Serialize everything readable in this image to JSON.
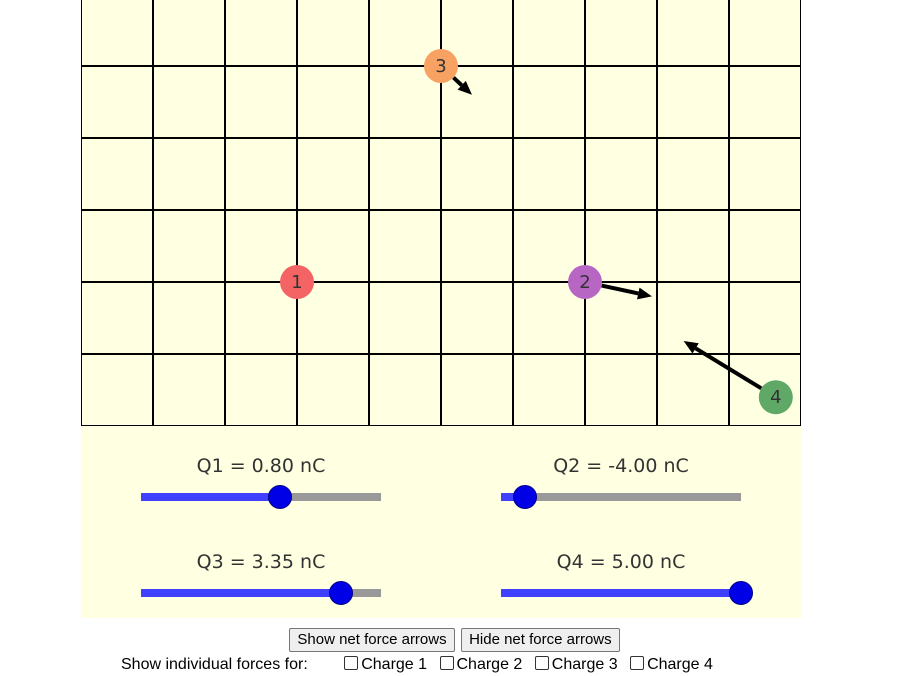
{
  "charges": [
    {
      "label": "1",
      "color": "#f46464",
      "gx": 3,
      "gy": 4,
      "force": null
    },
    {
      "label": "2",
      "color": "#b766c3",
      "gx": 7,
      "gy": 4,
      "force": {
        "dx": 0.93,
        "dy": 0.2
      }
    },
    {
      "label": "3",
      "color": "#f7a263",
      "gx": 5,
      "gy": 1,
      "force": {
        "dx": 0.43,
        "dy": 0.4
      }
    },
    {
      "label": "4",
      "color": "#5fa866",
      "gx": 9.65,
      "gy": 5.6,
      "force": {
        "dx": -1.28,
        "dy": -0.78
      }
    }
  ],
  "sliders": [
    {
      "label": "Q1 = 0.80 nC",
      "fraction": 0.58
    },
    {
      "label": "Q2 = -4.00 nC",
      "fraction": 0.1
    },
    {
      "label": "Q3 = 3.35 nC",
      "fraction": 0.835
    },
    {
      "label": "Q4 = 5.00 nC",
      "fraction": 1.0
    }
  ],
  "buttons": {
    "show_net": "Show net force arrows",
    "hide_net": "Hide net force arrows"
  },
  "individual": {
    "prompt": "Show individual forces for:",
    "options": [
      "Charge 1",
      "Charge 2",
      "Charge 3",
      "Charge 4"
    ]
  },
  "colors": {
    "background": "#ffffe1",
    "grid": "#000000",
    "slider_fill": "#4040ff",
    "slider_track": "#999999",
    "slider_thumb": "#0000e6"
  }
}
